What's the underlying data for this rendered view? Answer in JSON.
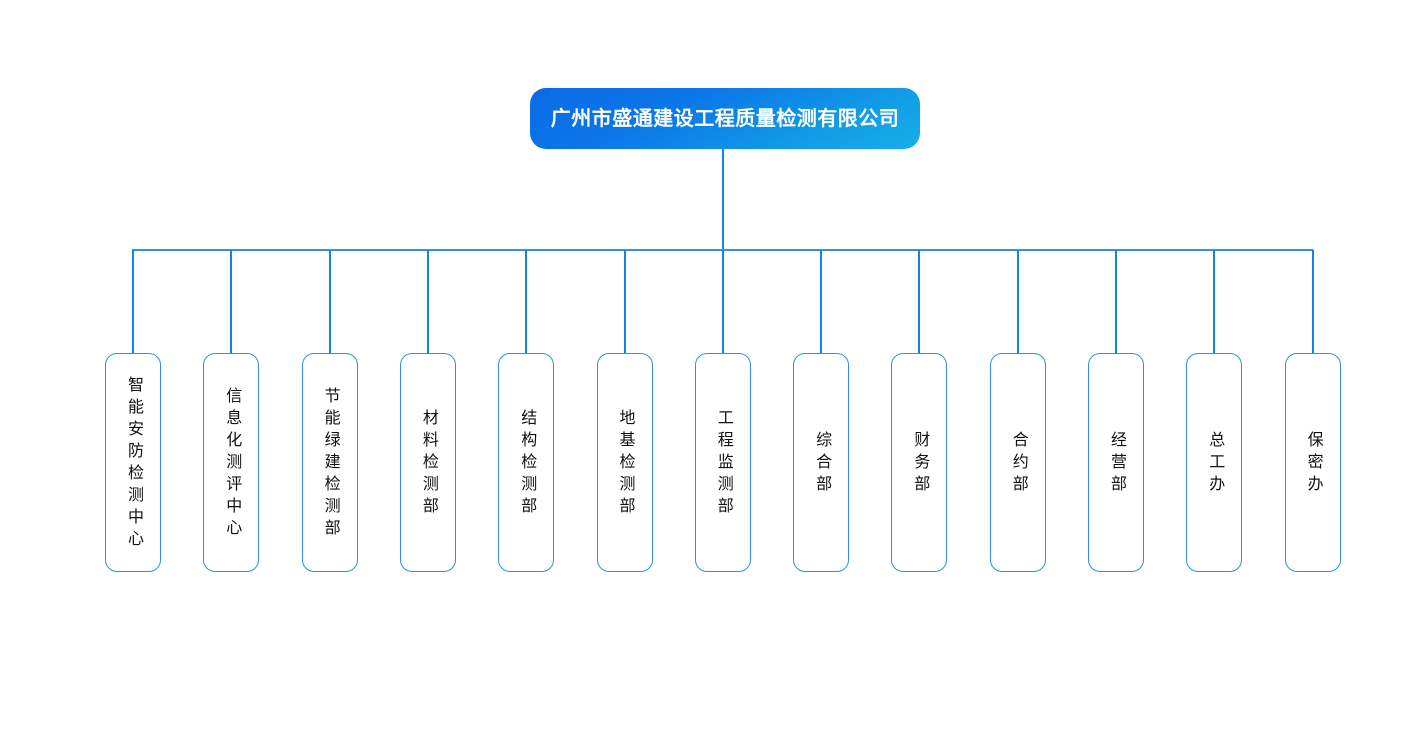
{
  "chart": {
    "type": "org-chart",
    "orientation": "top-down",
    "root": {
      "label": "广州市盛通建设工程质量检测有限公司",
      "text_color": "#ffffff",
      "gradient_from": "#0a6ae6",
      "gradient_to": "#17ade9"
    },
    "connector_color": "#1384e2",
    "bus_color": "#2f93e6",
    "node_border_color": "#2f8fe4",
    "node_text_color": "#111111",
    "departments": [
      {
        "label": "智能安防检测中心"
      },
      {
        "label": "信息化测评中心"
      },
      {
        "label": "节能绿建检测部"
      },
      {
        "label": "材料检测部"
      },
      {
        "label": "结构检测部"
      },
      {
        "label": "地基检测部"
      },
      {
        "label": "工程监测部"
      },
      {
        "label": "综合部"
      },
      {
        "label": "财务部"
      },
      {
        "label": "合约部"
      },
      {
        "label": "经营部"
      },
      {
        "label": "总工办"
      },
      {
        "label": "保密办"
      }
    ]
  }
}
